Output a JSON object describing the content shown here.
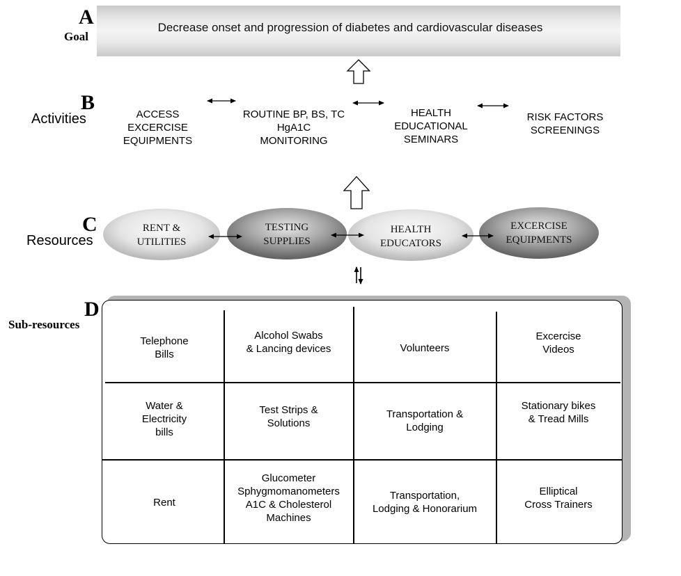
{
  "levels": {
    "goal": {
      "letter": "A",
      "label": "Goal"
    },
    "activities": {
      "letter": "B",
      "label": "Activities"
    },
    "resources": {
      "letter": "C",
      "label": "Resources"
    },
    "subresources": {
      "letter": "D",
      "label": "Sub-resources"
    }
  },
  "goal_text": "Decrease onset and progression of diabetes and cardiovascular diseases",
  "activities": [
    {
      "label": "ACCESS\nEXCERCISE\nEQUIPMENTS",
      "color": "#c9c9c9"
    },
    {
      "label": "ROUTINE BP, BS, TC\nHgA1C\nMONITORING",
      "color": "#c9c9c9"
    },
    {
      "label": "HEALTH\nEDUCATIONAL\nSEMINARS",
      "color": "#7a7a7a"
    },
    {
      "label": "RISK FACTORS\nSCREENINGS",
      "color": "#c9c9c9"
    }
  ],
  "resources": [
    {
      "label": "RENT &\nUTILITIES",
      "tone": "light"
    },
    {
      "label": "TESTING\nSUPPLIES",
      "tone": "dark"
    },
    {
      "label": "HEALTH\nEDUCATORS",
      "tone": "light"
    },
    {
      "label": "EXCERCISE\nEQUIPMENTS",
      "tone": "dark"
    }
  ],
  "subresources": {
    "rows": [
      [
        "Telephone\nBills",
        "Alcohol Swabs\n& Lancing devices",
        "Volunteers",
        "Excercise\nVideos"
      ],
      [
        "Water &\nElectricity\nbills",
        "Test Strips &\nSolutions",
        "Transportation &\nLodging",
        "Stationary bikes\n& Tread Mills"
      ],
      [
        "Rent",
        "Glucometer\nSphygmomanometers\nA1C & Cholesterol\nMachines",
        "Transportation,\nLodging & Honorarium",
        "Elliptical\nCross Trainers"
      ]
    ]
  }
}
